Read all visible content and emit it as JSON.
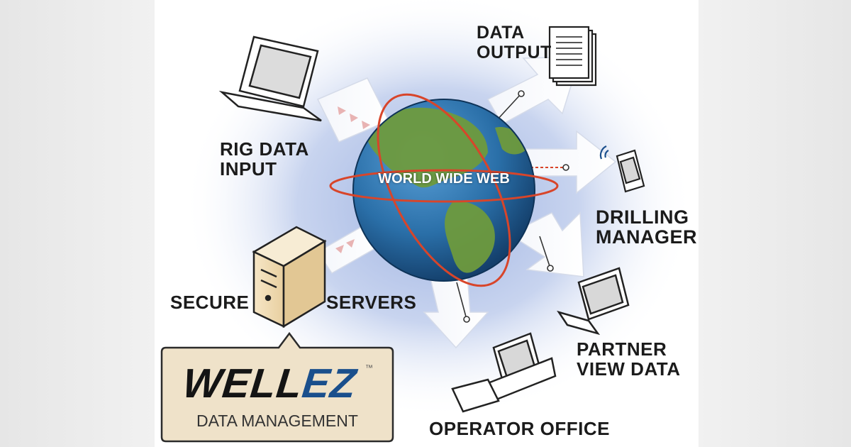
{
  "diagram": {
    "center_label": "WORLD WIDE WEB",
    "labels": {
      "data_output": [
        "DATA",
        "OUTPUT"
      ],
      "rig_data_input": [
        "RIG DATA",
        "INPUT"
      ],
      "drilling_manager": [
        "DRILLING",
        "MANAGER"
      ],
      "secure": "SECURE",
      "servers": "SERVERS",
      "partner_view_data": [
        "PARTNER",
        "VIEW DATA"
      ],
      "operator_office": "OPERATOR OFFICE"
    }
  },
  "logo": {
    "word_a": "WELL",
    "word_b": "EZ",
    "trademark": "™",
    "subtitle": "DATA MANAGEMENT"
  },
  "colors": {
    "accent_blue": "#1a4f8c",
    "orbit_red": "#d8452a",
    "ocean": "#2a6fa8",
    "land": "#6e9a3e",
    "halo": "#cdd9f0"
  }
}
